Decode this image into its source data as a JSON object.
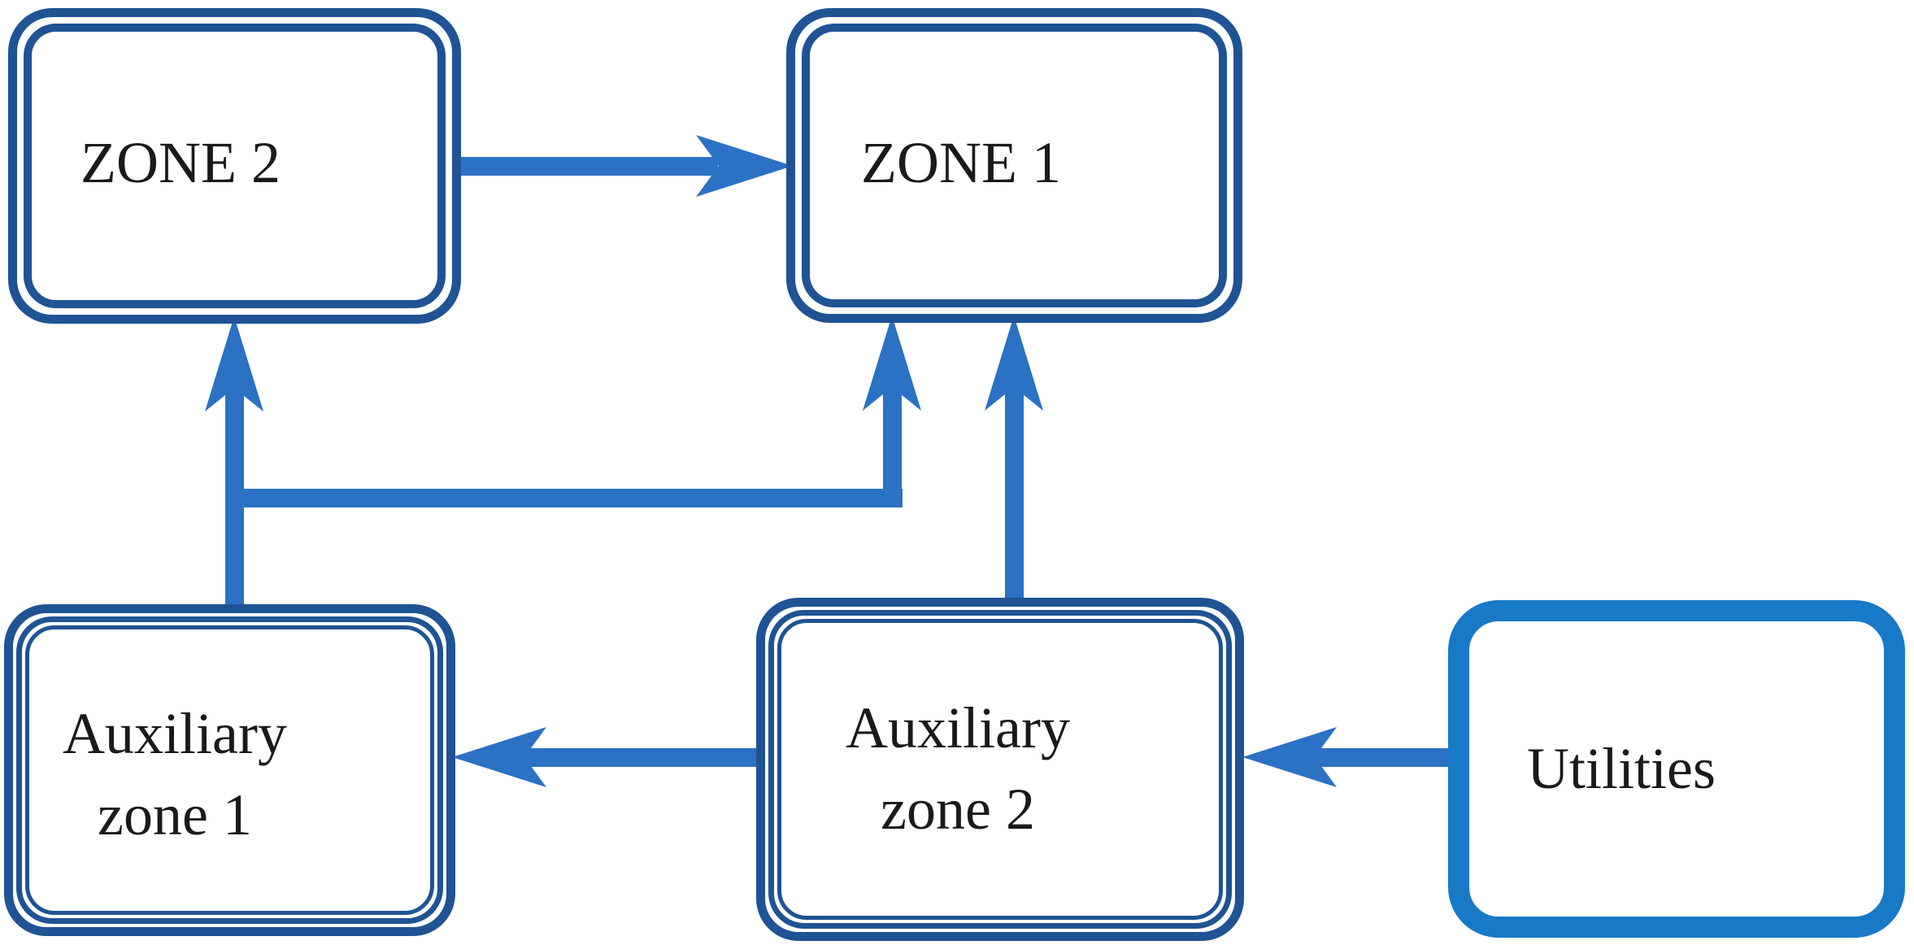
{
  "diagram": {
    "nodes": [
      {
        "id": "zone2",
        "label": "ZONE 2"
      },
      {
        "id": "zone1",
        "label": "ZONE 1"
      },
      {
        "id": "aux-zone1",
        "label": "Auxiliary zone 1",
        "lines": [
          "Auxiliary",
          "zone 1"
        ]
      },
      {
        "id": "aux-zone2",
        "label": "Auxiliary zone 2",
        "lines": [
          "Auxiliary",
          "zone 2"
        ]
      },
      {
        "id": "utilities",
        "label": "Utilities"
      }
    ],
    "edges": [
      {
        "from": "zone2",
        "to": "zone1"
      },
      {
        "from": "aux-zone1",
        "to": "zone2"
      },
      {
        "from": "aux-zone1",
        "to": "zone1"
      },
      {
        "from": "aux-zone2",
        "to": "zone1"
      },
      {
        "from": "aux-zone2",
        "to": "aux-zone1"
      },
      {
        "from": "utilities",
        "to": "aux-zone2"
      }
    ]
  },
  "colors": {
    "box-border": "#1F5394",
    "utilities-border": "#1879C6",
    "arrow": "#2B71C4",
    "text": "#1A1A1A",
    "background": "#FFFFFF"
  }
}
